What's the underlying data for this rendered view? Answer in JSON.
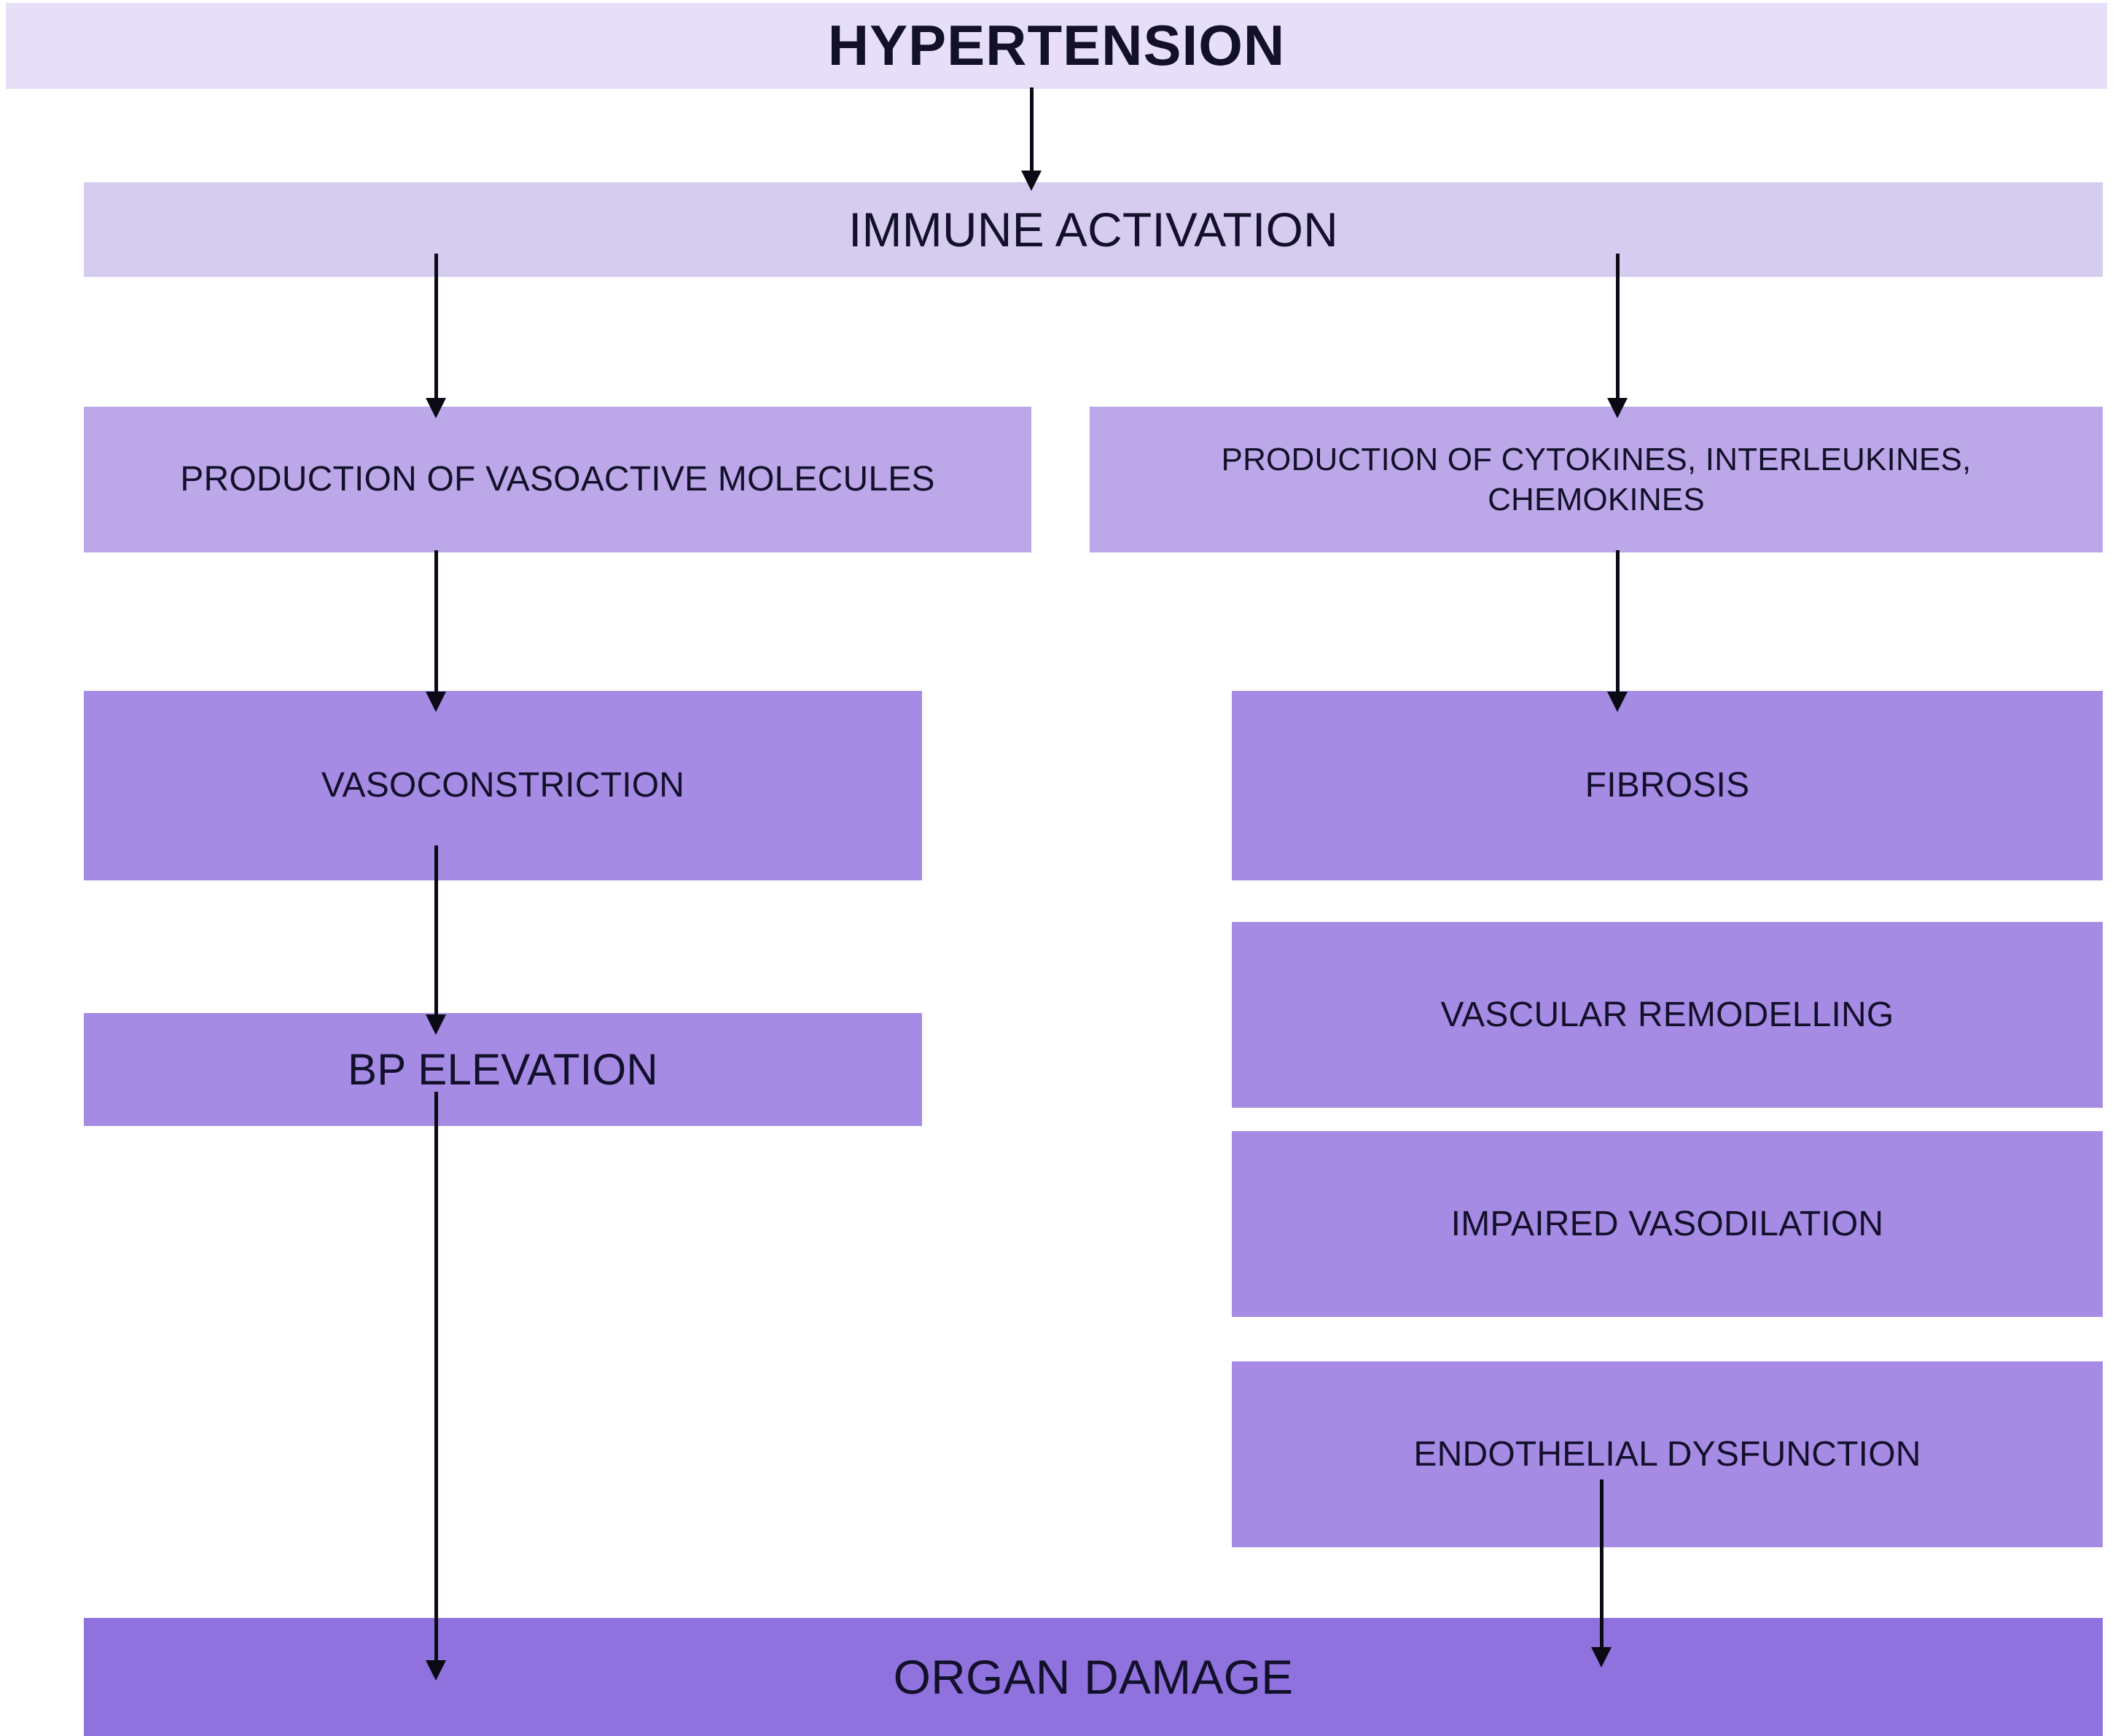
{
  "diagram": {
    "title": "HYPERTENSION",
    "palette": {
      "background": "#ffffff",
      "tone_lightest": "#E7DFF8",
      "tone_light": "#D6CCF0",
      "tone_mid": "#BCA8E8",
      "tone_deep": "#A68BE5",
      "tone_deepest": "#8F72DE",
      "text": "#12102A",
      "connector": "#0A0A14"
    },
    "nodes": {
      "hypertension": "HYPERTENSION",
      "immune_activation": "IMMUNE ACTIVATION",
      "vasoactive_molecules": "PRODUCTION OF VASOACTIVE MOLECULES",
      "cytokines": "PRODUCTION OF CYTOKINES, INTERLEUKINES,\nCHEMOKINES",
      "vasoconstriction": "VASOCONSTRICTION",
      "fibrosis": "FIBROSIS",
      "bp_elevation": "BP ELEVATION",
      "vascular_remodelling": "VASCULAR REMODELLING",
      "impaired_vasodilation": "IMPAIRED VASODILATION",
      "endothelial_dysfunction": "ENDOTHELIAL DYSFUNCTION",
      "organ_damage": "ORGAN DAMAGE"
    },
    "edges": [
      {
        "from": "hypertension",
        "to": "immune_activation"
      },
      {
        "from": "immune_activation",
        "to": "vasoactive_molecules"
      },
      {
        "from": "immune_activation",
        "to": "cytokines"
      },
      {
        "from": "vasoactive_molecules",
        "to": "vasoconstriction"
      },
      {
        "from": "cytokines",
        "to": "fibrosis"
      },
      {
        "from": "vasoconstriction",
        "to": "bp_elevation"
      },
      {
        "from": "bp_elevation",
        "to": "organ_damage"
      },
      {
        "from": "endothelial_dysfunction",
        "to": "organ_damage"
      }
    ]
  }
}
